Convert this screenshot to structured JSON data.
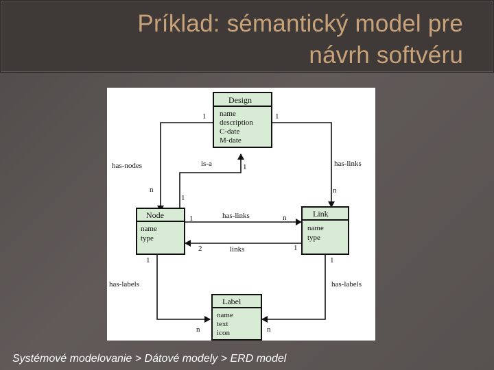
{
  "slide": {
    "title_line1": "Príklad: sémantický model pre",
    "title_line2": "návrh softvéru",
    "footer": "Systémové modelovanie > Dátové modely > ERD model"
  },
  "entities": {
    "design": {
      "name": "Design",
      "attributes": [
        "name",
        "description",
        "C-date",
        "M-date"
      ]
    },
    "node": {
      "name": "Node",
      "attributes": [
        "name",
        "type"
      ]
    },
    "link": {
      "name": "Link",
      "attributes": [
        "name",
        "type"
      ]
    },
    "label": {
      "name": "Label",
      "attributes": [
        "name",
        "text",
        "icon"
      ]
    }
  },
  "relations": {
    "has_nodes": {
      "label": "has-nodes",
      "card_design": "1",
      "card_node": "n"
    },
    "has_links_top": {
      "label": "has-links",
      "card_design": "1",
      "card_link": "n"
    },
    "is_a": {
      "label": "is-a",
      "card_design": "1",
      "card_node": "1"
    },
    "has_links_mid": {
      "label": "has-links",
      "card_node": "1",
      "card_link": "n"
    },
    "links": {
      "label": "links",
      "card_node": "2",
      "card_link": "1"
    },
    "has_labels_left": {
      "label": "has-labels",
      "card_node": "1",
      "card_label": "n"
    },
    "has_labels_right": {
      "label": "has-labels",
      "card_link": "1",
      "card_label": "n"
    }
  }
}
